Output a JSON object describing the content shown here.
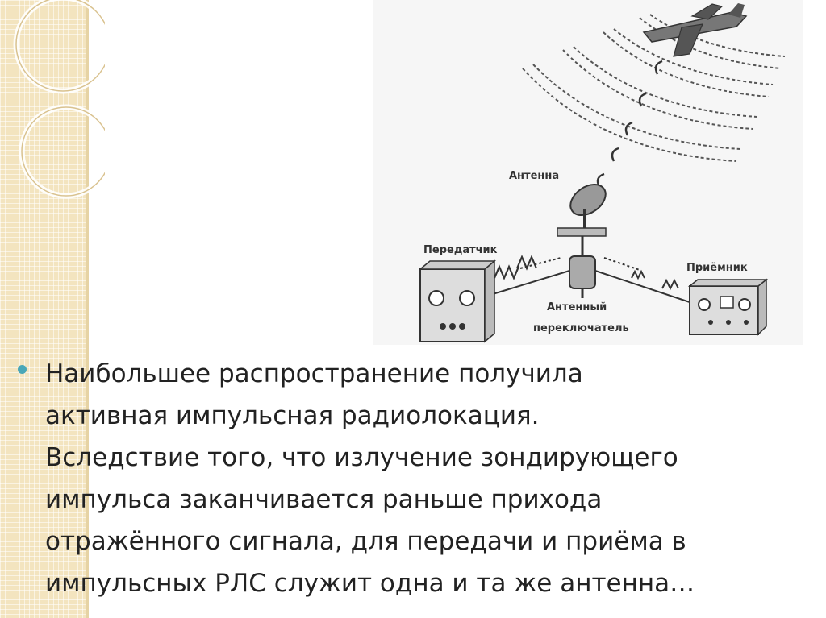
{
  "diagram": {
    "label_antenna": "Антенна",
    "label_transmitter": "Передатчик",
    "label_receiver": "Приёмник",
    "label_switch_line1": "Антенный",
    "label_switch_line2": "переключатель"
  },
  "bullet": {
    "lines": [
      "Наибольшее распространение получила",
      "активная импульсная радиолокация.",
      "Вследствие того, что излучение зондирующего",
      "импульса заканчивается раньше прихода",
      "отражённого сигнала, для передачи и приёма в",
      "импульсных РЛС служит одна и та же антенна…"
    ]
  },
  "colors": {
    "accent": "#49a7b8",
    "side_band": "#f3e4bf"
  }
}
